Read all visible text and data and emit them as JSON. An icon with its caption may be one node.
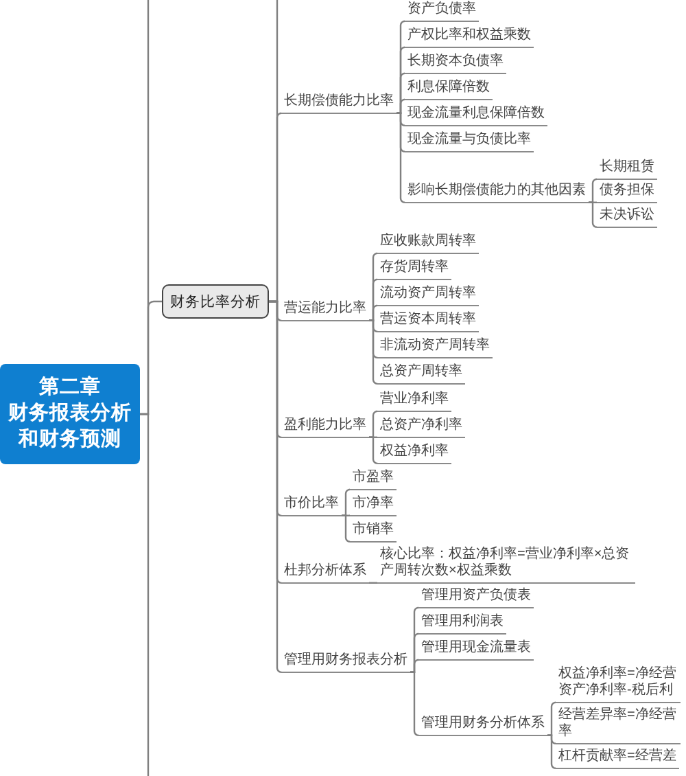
{
  "diagram": {
    "nodes": [
      {
        "text": [
          "第二章",
          "财务报表分析和财务预测"
        ]
      },
      {
        "text": [
          "财务比率分析"
        ]
      },
      {
        "text": [
          "长期偿债能力比率"
        ]
      },
      {
        "text": [
          "资产负债率"
        ]
      },
      {
        "text": [
          "产权比率和权益乘数"
        ]
      },
      {
        "text": [
          "长期资本负债率"
        ]
      },
      {
        "text": [
          "利息保障倍数"
        ]
      },
      {
        "text": [
          "现金流量利息保障倍数"
        ]
      },
      {
        "text": [
          "现金流量与负债比率"
        ]
      },
      {
        "text": [
          "影响长期偿债能力的其他因素"
        ]
      },
      {
        "text": [
          "长期租赁"
        ]
      },
      {
        "text": [
          "债务担保"
        ]
      },
      {
        "text": [
          "未决诉讼"
        ]
      },
      {
        "text": [
          "营运能力比率"
        ]
      },
      {
        "text": [
          "应收账款周转率"
        ]
      },
      {
        "text": [
          "存货周转率"
        ]
      },
      {
        "text": [
          "流动资产周转率"
        ]
      },
      {
        "text": [
          "营运资本周转率"
        ]
      },
      {
        "text": [
          "非流动资产周转率"
        ]
      },
      {
        "text": [
          "总资产周转率"
        ]
      },
      {
        "text": [
          "盈利能力比率"
        ]
      },
      {
        "text": [
          "营业净利率"
        ]
      },
      {
        "text": [
          "总资产净利率"
        ]
      },
      {
        "text": [
          "权益净利率"
        ]
      },
      {
        "text": [
          "市价比率"
        ]
      },
      {
        "text": [
          "市盈率"
        ]
      },
      {
        "text": [
          "市净率"
        ]
      },
      {
        "text": [
          "市销率"
        ]
      },
      {
        "text": [
          "杜邦分析体系"
        ]
      },
      {
        "text": [
          "核心比率：权益净利率=营业净利率×总资产周转次数×权益乘数"
        ]
      },
      {
        "text": [
          "管理用财务报表分析"
        ]
      },
      {
        "text": [
          "管理用资产负债表"
        ]
      },
      {
        "text": [
          "管理用利润表"
        ]
      },
      {
        "text": [
          "管理用现金流量表"
        ]
      },
      {
        "text": [
          "管理用财务分析体系"
        ]
      },
      {
        "text": [
          "权益净利率=净经营资产净利率-税后利"
        ]
      },
      {
        "text": [
          "经营差异率=净经营率"
        ]
      },
      {
        "text": [
          "杠杆贡献率=经营差"
        ]
      }
    ],
    "edges": [
      {
        "from": 0,
        "to": 1,
        "arrow": "none"
      },
      {
        "from": 0,
        "to": null,
        "arrow": "none"
      },
      {
        "from": 0,
        "to": null,
        "arrow": "none"
      },
      {
        "from": 1,
        "to": null,
        "arrow": "none"
      },
      {
        "from": 1,
        "to": 2,
        "arrow": "none"
      },
      {
        "from": 2,
        "to": 3,
        "arrow": "none"
      },
      {
        "from": 2,
        "to": 4,
        "arrow": "none"
      },
      {
        "from": 2,
        "to": 5,
        "arrow": "none"
      },
      {
        "from": 2,
        "to": 6,
        "arrow": "none"
      },
      {
        "from": 2,
        "to": 7,
        "arrow": "none"
      },
      {
        "from": 2,
        "to": 8,
        "arrow": "none"
      },
      {
        "from": 2,
        "to": 9,
        "arrow": "none"
      },
      {
        "from": 9,
        "to": 10,
        "arrow": "none"
      },
      {
        "from": 9,
        "to": 11,
        "arrow": "none"
      },
      {
        "from": 9,
        "to": 12,
        "arrow": "none"
      },
      {
        "from": 1,
        "to": 13,
        "arrow": "none"
      },
      {
        "from": 13,
        "to": 14,
        "arrow": "none"
      },
      {
        "from": 13,
        "to": 15,
        "arrow": "none"
      },
      {
        "from": 13,
        "to": 16,
        "arrow": "none"
      },
      {
        "from": 13,
        "to": 17,
        "arrow": "none"
      },
      {
        "from": 13,
        "to": 18,
        "arrow": "none"
      },
      {
        "from": 13,
        "to": 19,
        "arrow": "none"
      },
      {
        "from": 1,
        "to": 20,
        "arrow": "none"
      },
      {
        "from": 20,
        "to": 21,
        "arrow": "none"
      },
      {
        "from": 20,
        "to": 22,
        "arrow": "none"
      },
      {
        "from": 20,
        "to": 23,
        "arrow": "none"
      },
      {
        "from": 1,
        "to": 24,
        "arrow": "none"
      },
      {
        "from": 24,
        "to": 25,
        "arrow": "none"
      },
      {
        "from": 24,
        "to": 26,
        "arrow": "none"
      },
      {
        "from": 24,
        "to": 27,
        "arrow": "none"
      },
      {
        "from": 1,
        "to": 28,
        "arrow": "none"
      },
      {
        "from": 28,
        "to": 29,
        "arrow": "none"
      },
      {
        "from": 1,
        "to": 30,
        "arrow": "none"
      },
      {
        "from": 30,
        "to": 31,
        "arrow": "none"
      },
      {
        "from": 30,
        "to": 32,
        "arrow": "none"
      },
      {
        "from": 30,
        "to": 33,
        "arrow": "none"
      },
      {
        "from": 30,
        "to": 34,
        "arrow": "none"
      },
      {
        "from": 34,
        "to": 35,
        "arrow": "none"
      },
      {
        "from": 34,
        "to": 36,
        "arrow": "none"
      },
      {
        "from": 34,
        "to": 37,
        "arrow": "none"
      }
    ]
  }
}
